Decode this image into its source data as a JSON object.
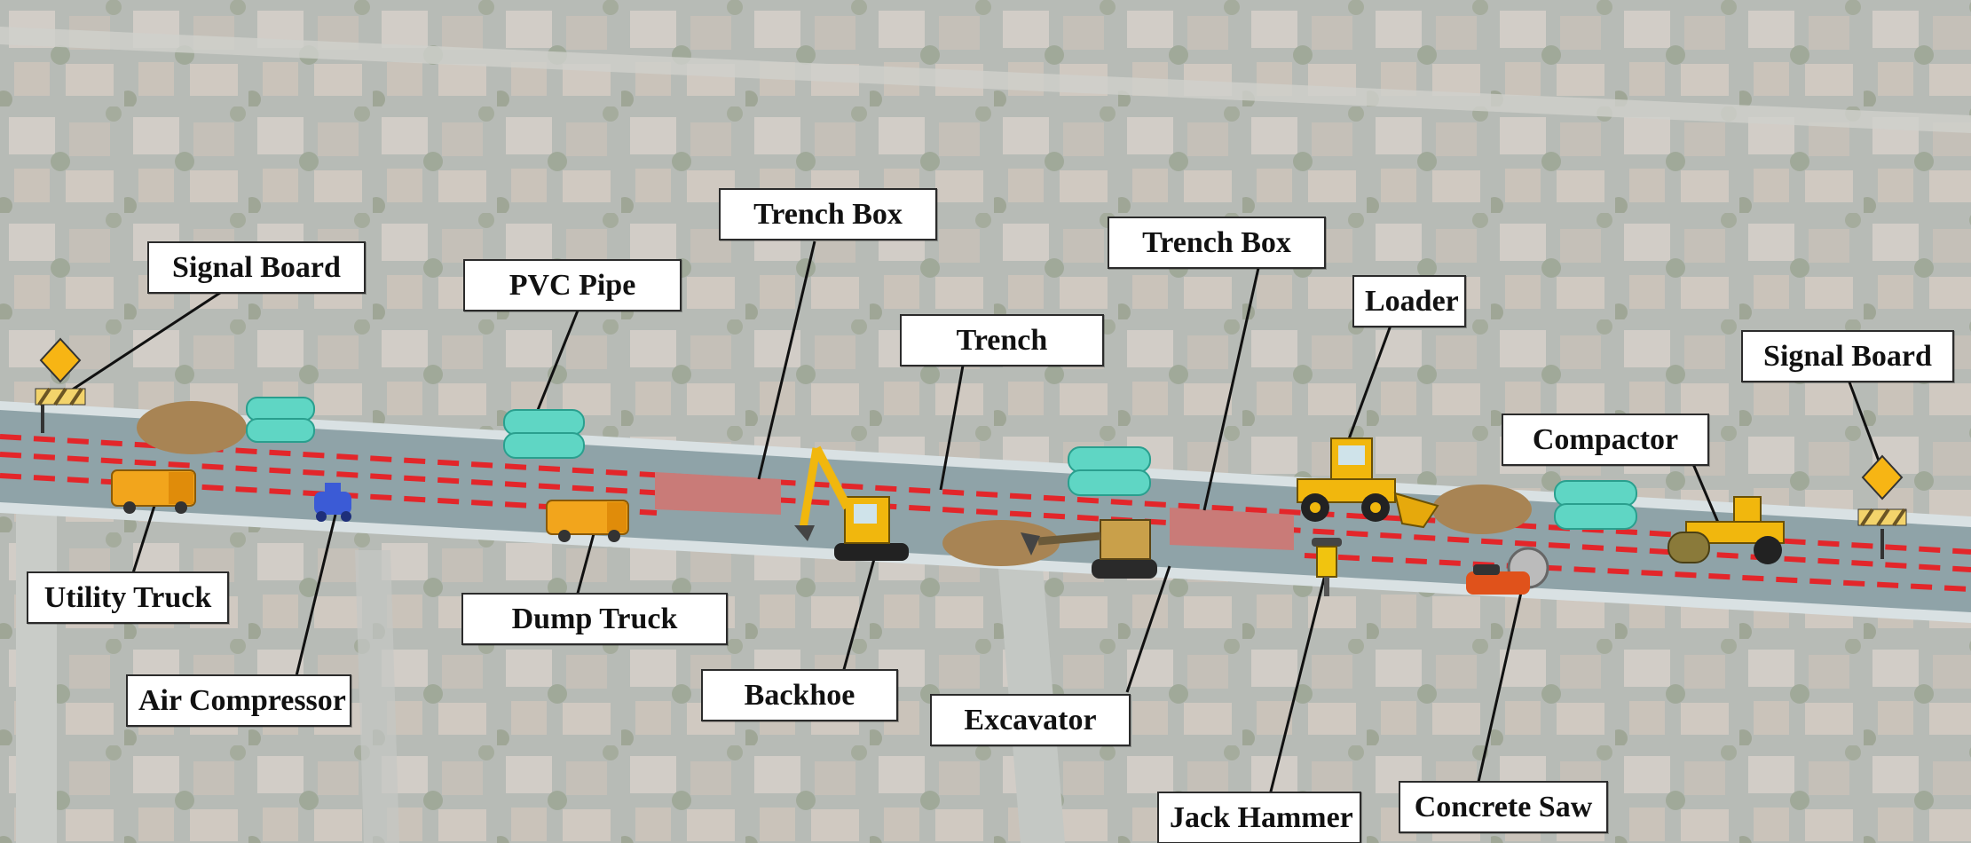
{
  "colors": {
    "road": "#8fa3a8",
    "road_edge": "#d9e1e3",
    "marking": "#e3262a",
    "trench_box": "#c97b78",
    "pipe": "#5fd6c4",
    "soil": "#a88454",
    "truck": "#f2a51c",
    "loader": "#f1b70d",
    "compressor": "#3b5bd6",
    "sign": "#f7b514"
  },
  "labels": {
    "signal_board_left": "Signal Board",
    "pvc_pipe": "PVC Pipe",
    "trench_box_left": "Trench Box",
    "trench": "Trench",
    "trench_box_right": "Trench Box",
    "loader": "Loader",
    "signal_board_right": "Signal Board",
    "compactor": "Compactor",
    "utility_truck": "Utility Truck",
    "air_compressor": "Air Compressor",
    "dump_truck": "Dump Truck",
    "backhoe": "Backhoe",
    "excavator": "Excavator",
    "jack_hammer": "Jack Hammer",
    "concrete_saw": "Concrete Saw"
  },
  "equipment_icons": [
    "signal-board-icon",
    "soil-pile-icon",
    "pvc-pipe-icon",
    "utility-truck-icon",
    "air-compressor-icon",
    "dump-truck-icon",
    "trench-box-icon",
    "backhoe-icon",
    "excavator-icon",
    "loader-icon",
    "jack-hammer-icon",
    "concrete-saw-icon",
    "compactor-icon"
  ]
}
